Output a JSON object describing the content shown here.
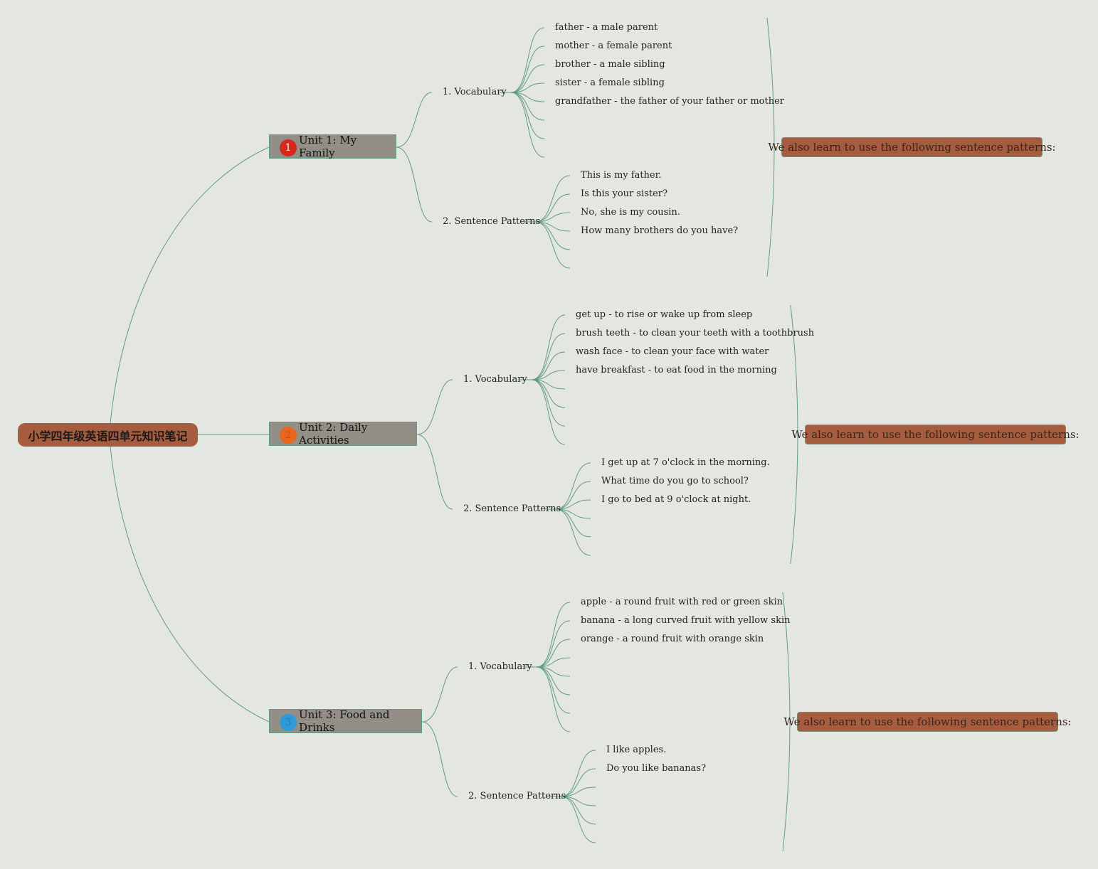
{
  "root": {
    "title": "小学四年级英语四单元知识笔记"
  },
  "colors": {
    "background": "#e4e6e2",
    "line": "#5f9c85",
    "root_fill": "#a65c3f",
    "unit_fill": "#938e86",
    "note_fill": "#a65c3f"
  },
  "units": [
    {
      "number": "1",
      "badge_color": "#d42a1e",
      "title": "Unit 1: My Family",
      "vocabulary_label": "1. Vocabulary",
      "vocabulary": [
        "father - a male parent",
        "mother - a female parent",
        "brother - a male sibling",
        "sister - a female sibling",
        "grandfather - the father of your father or mother"
      ],
      "patterns_label": "2. Sentence Patterns",
      "patterns": [
        "This is my father.",
        "Is this your sister?",
        "No, she is my cousin.",
        "How many brothers do you have?"
      ],
      "note": "We also learn to use the following sentence patterns:"
    },
    {
      "number": "2",
      "badge_color": "#e8671c",
      "title": "Unit 2: Daily Activities",
      "vocabulary_label": "1. Vocabulary",
      "vocabulary": [
        "get up - to rise or wake up from sleep",
        "brush teeth - to clean your teeth with a toothbrush",
        "wash face - to clean your face with water",
        "have breakfast - to eat food in the morning"
      ],
      "patterns_label": "2. Sentence Patterns",
      "patterns": [
        "I get up at 7 o'clock in the morning.",
        "What time do you go to school?",
        "I go to bed at 9 o'clock at night."
      ],
      "note": "We also learn to use the following sentence patterns:"
    },
    {
      "number": "3",
      "badge_color": "#2f9ad8",
      "title": "Unit 3: Food and Drinks",
      "vocabulary_label": "1. Vocabulary",
      "vocabulary": [
        "apple - a round fruit with red or green skin",
        "banana - a long curved fruit with yellow skin",
        "orange - a round fruit with orange skin"
      ],
      "patterns_label": "2. Sentence Patterns",
      "patterns": [
        "I like apples.",
        "Do you like bananas?"
      ],
      "note": "We also learn to use the following sentence patterns:"
    }
  ]
}
